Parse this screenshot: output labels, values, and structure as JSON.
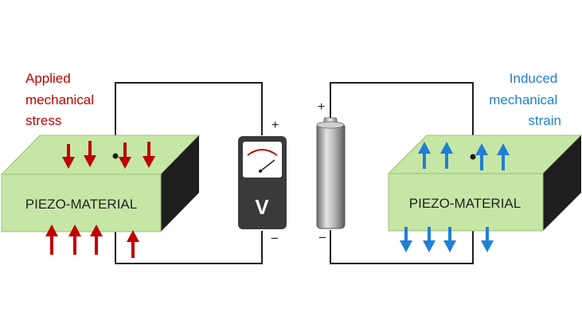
{
  "left_panel": {
    "caption_lines": [
      "Applied",
      "mechanical",
      "stress"
    ],
    "block_label": "PIEZO-MATERIAL",
    "arrow_color": "#c00000"
  },
  "right_panel": {
    "caption_lines": [
      "Induced",
      "mechanical",
      "strain"
    ],
    "block_label": "PIEZO-MATERIAL",
    "arrow_color": "#1f7fd6"
  },
  "voltmeter": {
    "symbol": "V",
    "plus": "+",
    "minus": "−"
  },
  "battery": {
    "plus": "+",
    "minus": "−"
  },
  "colors": {
    "block_top": "#c6e6a6",
    "block_front": "#c6e6a6",
    "block_side": "#1e1e1e",
    "wire": "#1e1e1e"
  }
}
